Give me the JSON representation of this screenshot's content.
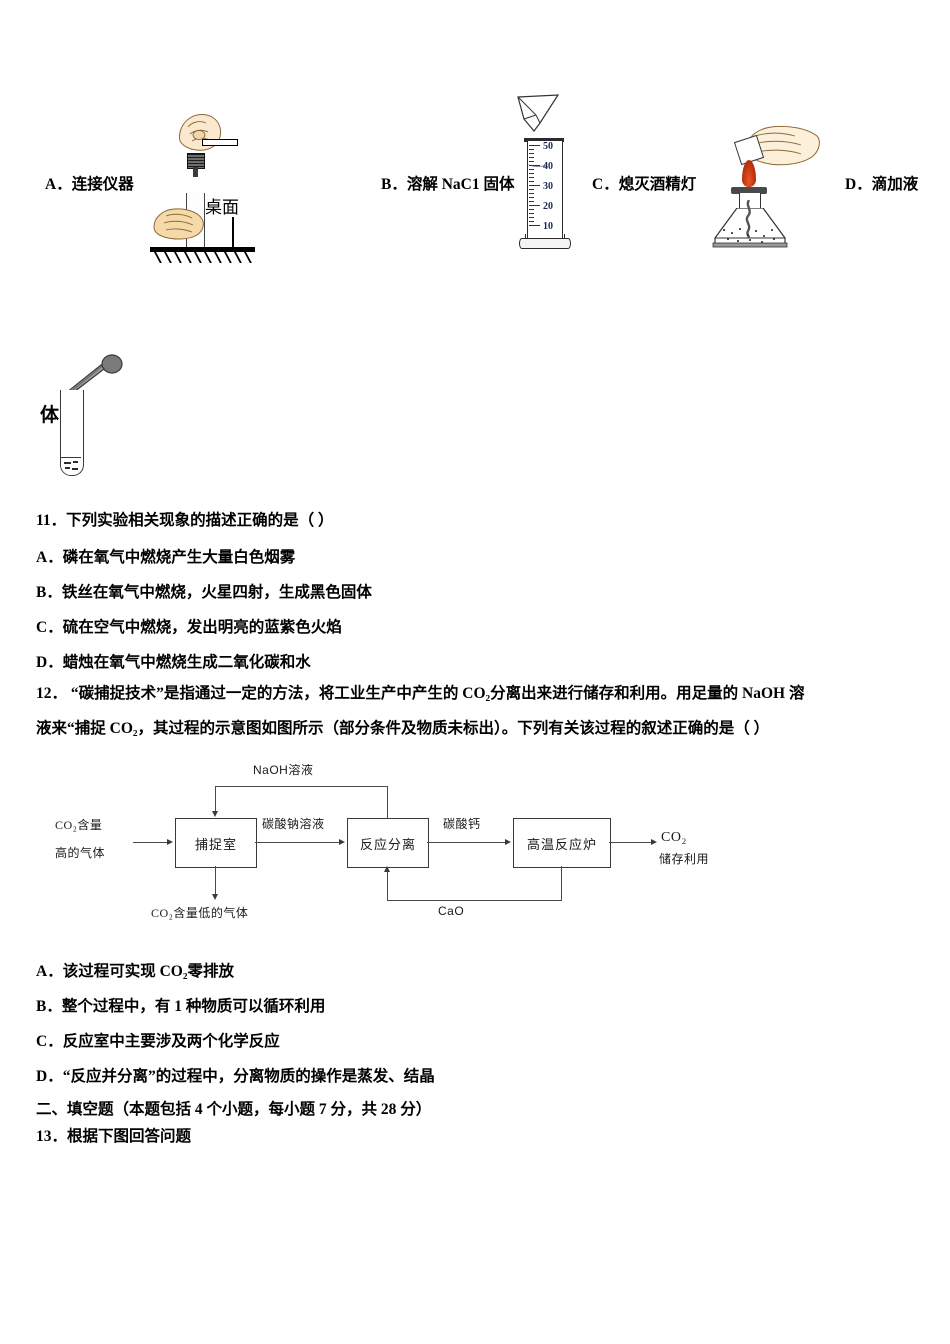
{
  "document": {
    "type": "chemistry-exam-paper",
    "language": "zh-CN"
  },
  "experiment_options": {
    "a": {
      "label": "A．连接仪器",
      "figure_caption": "桌面"
    },
    "b": {
      "label": "B．溶解 NaC1 固体"
    },
    "c": {
      "label": "C．熄灭酒精灯"
    },
    "d": {
      "label": "D．滴加液"
    }
  },
  "cylinder": {
    "ticks": [
      "50",
      "40",
      "30",
      "20",
      "10"
    ]
  },
  "stray_figure": {
    "label": "体"
  },
  "question11": {
    "stem": "11．下列实验相关现象的描述正确的是（ ）",
    "options": [
      "A．磷在氧气中燃烧产生大量白色烟雾",
      "B．铁丝在氧气中燃烧，火星四射，生成黑色固体",
      "C．硫在空气中燃烧，发出明亮的蓝紫色火焰",
      "D．蜡烛在氧气中燃烧生成二氧化碳和水"
    ]
  },
  "question12": {
    "stem_line1": "12．  “碳捕捉技术”是指通过一定的方法，将工业生产中产生的 CO₂分离出来进行储存和利用。用足量的 NaOH 溶",
    "stem_line2": "液来“捕捉 CO₂，其过程的示意图如图所示（部分条件及物质未标出）。下列有关该过程的叙述正确的是（    ）",
    "options": [
      "A．该过程可实现 CO₂零排放",
      "B．整个过程中，有 1 种物质可以循环利用",
      "C．反应室中主要涉及两个化学反应",
      "D．“反应并分离”的过程中，分离物质的操作是蒸发、结晶"
    ],
    "flowchart": {
      "input_line1": "CO₂含量",
      "input_line2": "高的气体",
      "box1": "捕捉室",
      "box2": "反应分离",
      "box3": "高温反应炉",
      "arrow_box1_box2": "碳酸钠溶液",
      "arrow_box2_box3": "碳酸钙",
      "recycle_top": "NaOH溶液",
      "recycle_bottom": "CaO",
      "output_down": "CO₂含量低的气体",
      "output_right_line1": "CO₂",
      "output_right_line2": "储存利用"
    }
  },
  "section2": {
    "heading": "二、填空题（本题包括 4 个小题，每小题 7 分，共 28 分）",
    "question13": "13．根据下图回答问题"
  }
}
